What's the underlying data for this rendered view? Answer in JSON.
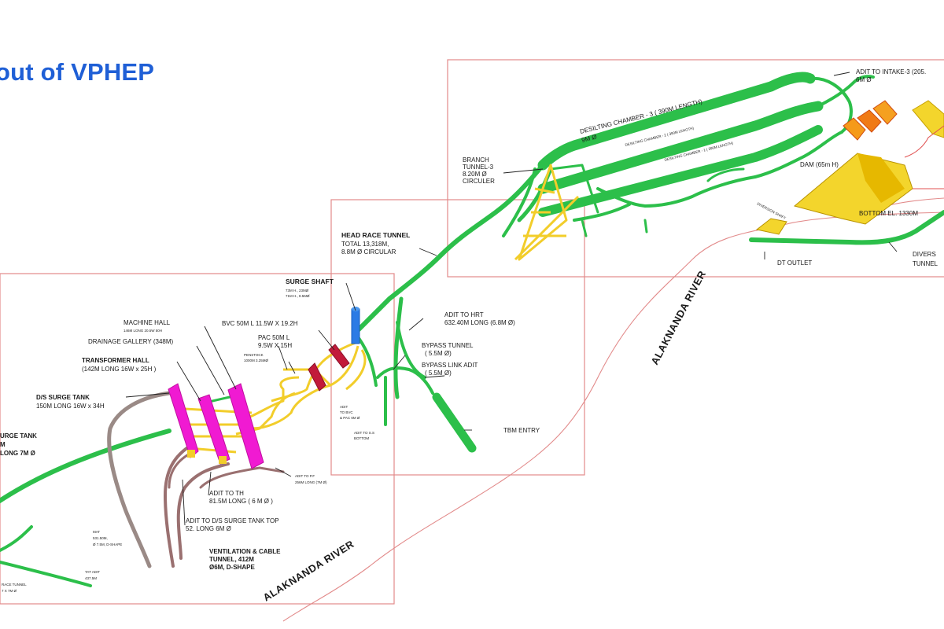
{
  "slide": {
    "title": "out of VPHEP"
  },
  "labels": {
    "adit_intake": [
      "ADIT TO INTAKE-3 (205.",
      "6M Ø"
    ],
    "desilting_1": "DESILTING CHAMBER - 3 ( 390M LENGTH)",
    "desilting_1b": "9M Ø",
    "desilting_2": "DESILTING CHAMBER - 2 ( 390M LENGTH)",
    "desilting_3": "DESILTING CHAMBER - 1 ( 390M LENGTH)",
    "branch_tunnel": [
      "BRANCH",
      "TUNNEL-3",
      "8.20M Ø",
      "CIRCULER"
    ],
    "dam": "DAM (65m H)",
    "bottom_el": "BOTTOM EL. 1330M",
    "dt_outlet": "DT OUTLET",
    "diversion": [
      "DIVERS",
      "TUNNEL"
    ],
    "diversion_shaft": "DIVERSION SHAFT",
    "head_race_tunnel": [
      "HEAD RACE TUNNEL",
      "TOTAL 13,318M,",
      "8.8M Ø CIRCULAR"
    ],
    "adit_hrt": [
      "ADIT  TO HRT",
      "632.40M LONG (6.8M Ø)"
    ],
    "bypass_tunnel": [
      "BYPASS TUNNEL",
      "( 5.5M Ø)"
    ],
    "bypass_link": [
      "BYPASS LINK ADIT",
      "( 5.5M Ø)"
    ],
    "tbm_entry": "TBM ENTRY",
    "surge_shaft": "SURGE SHAFT",
    "surge_shaft_sub": [
      "73M H., 23MØ",
      "71M H., 8.5MØ"
    ],
    "bvc": "BVC 50M L 11.5W X 19.2H",
    "pac": [
      "PAC 50M L",
      "9.5W X 15H"
    ],
    "penstock": [
      "PENSTOCK",
      "1000M 3.25MØ"
    ],
    "adit_bvc": [
      "ADIT",
      "TO BVC",
      "& PAC 6M Ø"
    ],
    "adit_bottom": [
      "ADIT TO S.S",
      "BOTTOM"
    ],
    "machine_hall": [
      "MACHINE HALL",
      "146M LONG 20.5W 50H"
    ],
    "drainage_gallery": "DRAINAGE GALLERY (348M)",
    "transformer_hall": [
      "TRANSFORMER HALL",
      "(142M LONG 16W x 25H )"
    ],
    "ds_surge_tank": [
      "D/S SURGE TANK",
      "150M LONG 16W x 34H"
    ],
    "surge_tank_left": [
      "URGE  TANK",
      "M",
      "LONG 7M Ø"
    ],
    "adit_pf": [
      "ADIT TO P.F",
      "256M LONG (7M Ø)"
    ],
    "adit_th": [
      "ADIT TO TH",
      "81.5M LONG ( 6 M Ø )"
    ],
    "adit_ds_top": [
      "ADIT TO D/S SURGE TANK TOP",
      "52. LONG 6M Ø"
    ],
    "mat": [
      "MAT",
      "531.50M,",
      "Ø 7.5M, D-SHAPE"
    ],
    "tat": [
      "TAT ADIT",
      "437.5M"
    ],
    "ventilation": [
      "VENTILATION & CABLE",
      "TUNNEL, 412M",
      "Ø6M, D-SHAPE"
    ],
    "left_tunnel": [
      "RACE TUNNEL",
      "7 X 7M Ø"
    ],
    "river_name": "ALAKNANDA RIVER"
  },
  "colors": {
    "title": "#1f5fd6",
    "tunnel": "#2cbf4a",
    "penstock": "#f2cd2a",
    "caverns": "#f01ad2",
    "surge_shaft": "#2c7be5",
    "adits": "#9a8a86",
    "dam": "#f3d52c",
    "frames": "#e28a8a"
  }
}
